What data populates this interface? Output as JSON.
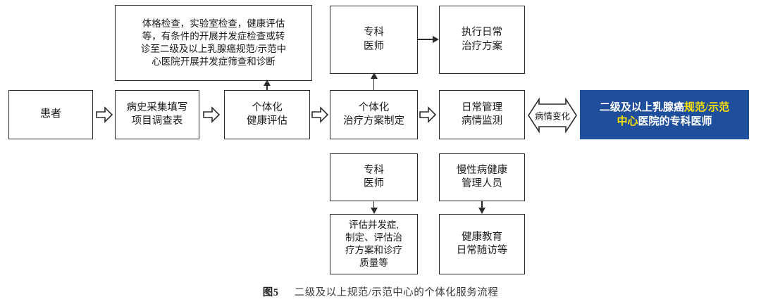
{
  "figure": {
    "caption_number": "图5",
    "caption_text": "二级及以上规范/示范中心的个体化服务流程"
  },
  "colors": {
    "box_border": "#2b2b2b",
    "box_fill": "#ffffff",
    "text": "#1a1a1a",
    "highlight_box_fill": "#1f4e9c",
    "highlight_box_text": "#ffffff",
    "highlight_accent_text": "#ffe400",
    "caption_text": "#3b3b3b",
    "page_background": "#ffffff"
  },
  "nodes": {
    "patient": {
      "label": "患者"
    },
    "history_collection": {
      "label": "病史采集填写\n项目调查表"
    },
    "individual_health_assessment": {
      "label": "个体化\n健康评估"
    },
    "individual_treatment_plan": {
      "label": "个体化\n治疗方案制定"
    },
    "daily_management": {
      "label": "日常管理\n病情监测"
    },
    "exam_detail": {
      "label": "体格检查，实验室检查，健康评估\n等，有条件的开展并发症检查或转\n诊至二级及以上乳腺癌规范/示范中\n心医院开展并发症筛查和诊断"
    },
    "specialist_top": {
      "label": "专科\n医师"
    },
    "execute_daily_plan": {
      "label": "执行日常\n治疗方案"
    },
    "specialist_bottom": {
      "label": "专科\n医师"
    },
    "assess_complications": {
      "label": "评估并发症,\n制定、评估治\n疗方案和诊疗\n质量等"
    },
    "chronic_disease_staff": {
      "label": "慢性病健康\n管理人员"
    },
    "health_education": {
      "label": "健康教育\n日常随访等"
    },
    "referral_hospital": {
      "segments": [
        {
          "text": "二级及以上乳腺癌",
          "highlight": false
        },
        {
          "text": "规范/示范",
          "highlight": true
        },
        {
          "text": "中心",
          "highlight": true
        },
        {
          "text": "医院的专科医师",
          "highlight": false
        }
      ],
      "line1_plain": "二级及以上乳腺癌",
      "line1_accent": "规范/示范",
      "line2_accent": "中心",
      "line2_plain": "医院的专科医师",
      "full_label": "二级及以上乳腺癌规范/示范中心医院的专科医师"
    }
  },
  "connectors": {
    "patient_to_history": {
      "type": "block-arrow-right"
    },
    "history_to_assessment": {
      "type": "block-arrow-right"
    },
    "assessment_to_plan": {
      "type": "block-arrow-right"
    },
    "plan_to_daily": {
      "type": "block-arrow-right"
    },
    "assessment_to_exam_detail": {
      "type": "line-arrow-up"
    },
    "plan_to_specialist_top": {
      "type": "line-arrow-up"
    },
    "specialist_top_to_execute": {
      "type": "line-arrow-right"
    },
    "specialist_bottom_to_assess": {
      "type": "line-arrow-down"
    },
    "staff_to_education": {
      "type": "line-arrow-down"
    },
    "daily_to_referral": {
      "type": "double-block-arrow",
      "label": "病情变化"
    }
  }
}
